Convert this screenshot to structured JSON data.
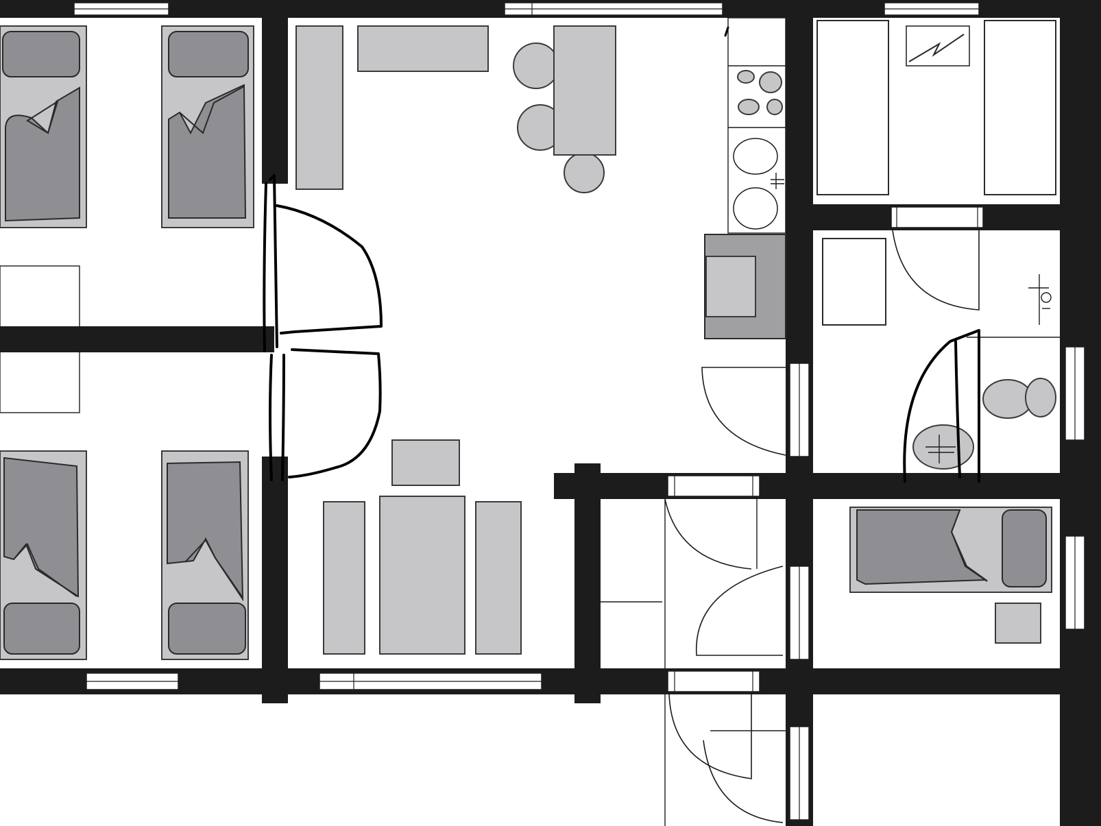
{
  "colors": {
    "wall": "#1c1c1c",
    "furniture_light": "#c6c6c8",
    "furniture_dark": "#8f8f93",
    "sketch_ink": "#000000",
    "background": "#ffffff"
  },
  "rooms": [
    {
      "id": "bedroom-top-left",
      "furniture": [
        "bed",
        "bed"
      ]
    },
    {
      "id": "bedroom-bottom-left",
      "furniture": [
        "bed",
        "bed"
      ]
    },
    {
      "id": "living-room",
      "furniture": [
        "sideboard",
        "shelf",
        "dining-table",
        "chairs",
        "sofa-set",
        "coffee-table"
      ]
    },
    {
      "id": "kitchen",
      "furniture": [
        "stove",
        "double-sink",
        "fireplace"
      ]
    },
    {
      "id": "sauna",
      "furniture": [
        "bench",
        "bench",
        "heater"
      ]
    },
    {
      "id": "washroom",
      "furniture": [
        "shower-bench"
      ]
    },
    {
      "id": "toilet",
      "furniture": [
        "toilet",
        "washbasin"
      ]
    },
    {
      "id": "bedroom-right",
      "furniture": [
        "bed",
        "nightstand"
      ]
    },
    {
      "id": "hall",
      "furniture": [
        "wardrobe"
      ]
    },
    {
      "id": "entrance",
      "furniture": []
    }
  ]
}
